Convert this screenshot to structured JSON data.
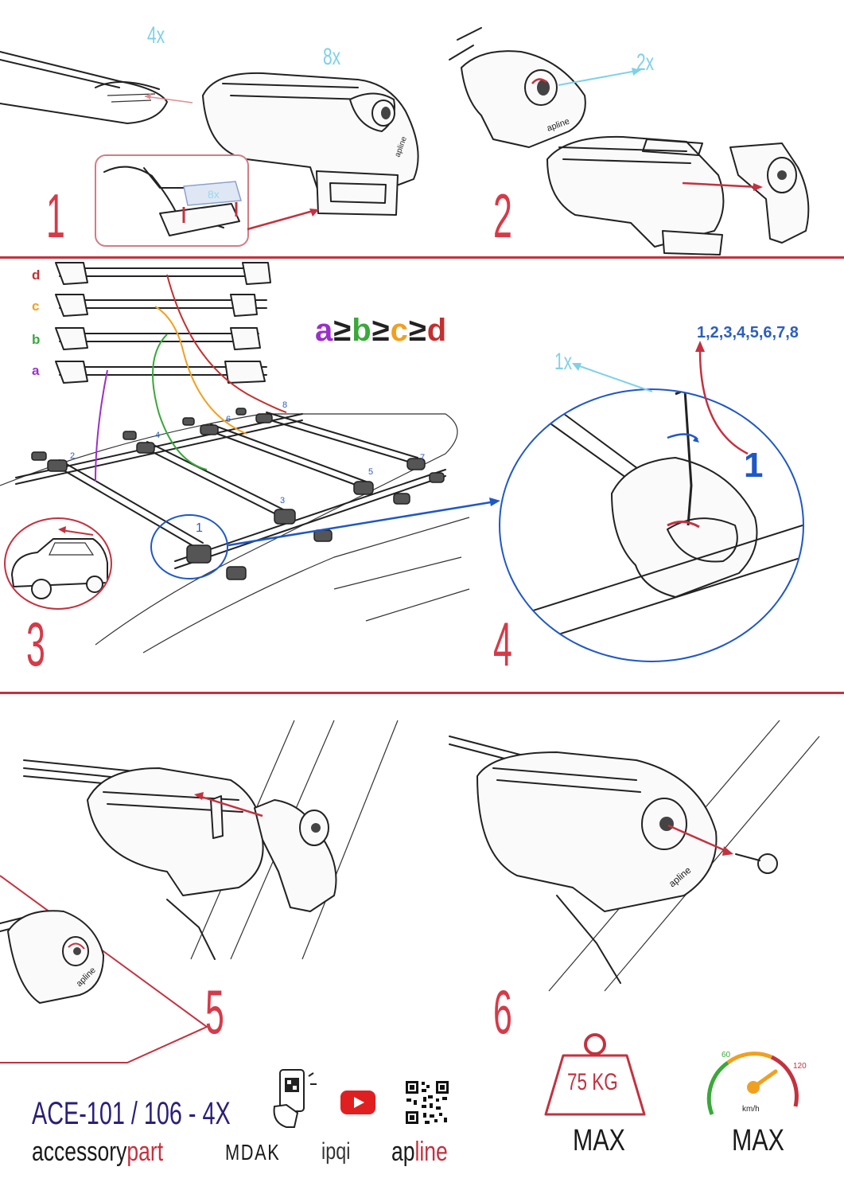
{
  "steps": {
    "s1": "1",
    "s2": "2",
    "s3": "3",
    "s4": "4",
    "s5": "5",
    "s6": "6"
  },
  "quantities": {
    "bars": "4x",
    "feet": "8x",
    "pads": "8x",
    "locks": "2x",
    "key": "1x"
  },
  "order_letters": [
    "d",
    "c",
    "b",
    "a"
  ],
  "order_rule": {
    "a": "a",
    "ge1": "≥",
    "b": "b",
    "ge2": "≥",
    "c": "c",
    "ge3": "≥",
    "d": "d"
  },
  "tighten_sequence": "1,2,3,4,5,6,7,8",
  "callout_number": "1",
  "rack_positions": [
    "1",
    "2",
    "3",
    "4",
    "5",
    "6",
    "7",
    "8"
  ],
  "colors": {
    "accent_red": "#c4313f",
    "cyan": "#7fd1e8",
    "blue": "#1f57c7",
    "a": "#9b30c9",
    "b": "#3aa83a",
    "c": "#f0a020",
    "d": "#c42f2f"
  },
  "footer": {
    "model": "ACE-101 / 106 - 4X",
    "brand_accessory_a": "accessory",
    "brand_accessory_b": "part",
    "brand_mdak": "MDAK",
    "brand_ipqi": "ipqi",
    "brand_apline_a": "ap",
    "brand_apline_b": "line",
    "weight_label": "75 KG",
    "weight_max": "MAX",
    "speed_max": "MAX",
    "speed_60": "60",
    "speed_120": "120",
    "speed_unit": "km/h"
  },
  "icons": [
    "phone-qr-icon",
    "youtube-icon",
    "qr-code-icon",
    "weight-icon",
    "speedometer-icon"
  ]
}
